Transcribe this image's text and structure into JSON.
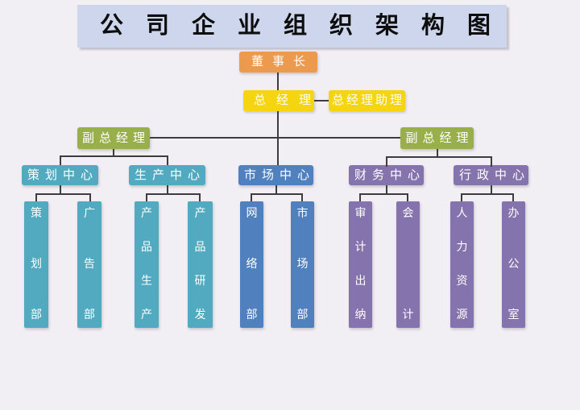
{
  "title": "公司企业组织架构图",
  "chart": {
    "chairman": {
      "label": "董事长"
    },
    "general_manager": {
      "label": "总经理"
    },
    "gm_assistant": {
      "label": "总经理助理"
    },
    "deputy_gm_left": {
      "label": "副总经理"
    },
    "deputy_gm_right": {
      "label": "副总经理"
    },
    "centers": [
      {
        "label": "策划中心"
      },
      {
        "label": "生产中心"
      },
      {
        "label": "市场中心"
      },
      {
        "label": "财务中心"
      },
      {
        "label": "行政中心"
      }
    ],
    "departments": [
      {
        "label": "策划部"
      },
      {
        "label": "广告部"
      },
      {
        "label": "产品生产"
      },
      {
        "label": "产品研发"
      },
      {
        "label": "网络部"
      },
      {
        "label": "市场部"
      },
      {
        "label": "审计出纳"
      },
      {
        "label": "会计"
      },
      {
        "label": "人力资源"
      },
      {
        "label": "办公室"
      }
    ]
  },
  "colors": {
    "background": "#F2EFF4",
    "title_bg": "#CDD6EC",
    "title_text": "#0D0D0D",
    "chairman_orange": "#EC9A4E",
    "manager_yellow": "#F5D411",
    "deputy_green": "#99AF4B",
    "center_teal": "#52AAC0",
    "center_blue": "#5180BE",
    "center_purple": "#8573AE",
    "connector_line": "#3D3D3D",
    "node_text": "#FFFFFF"
  }
}
